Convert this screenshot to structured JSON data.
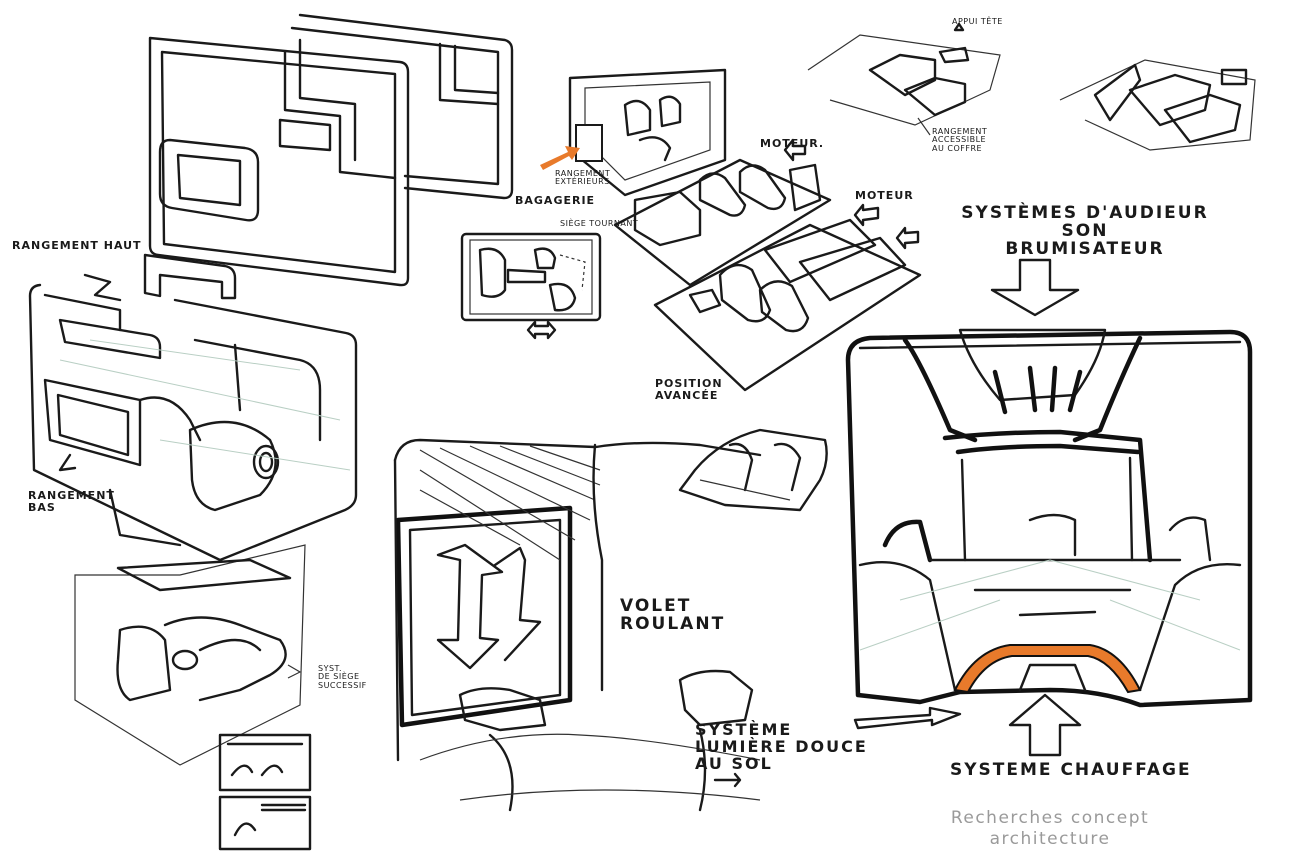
{
  "labels": {
    "rangement_haut": "RANGEMENT HAUT",
    "rangement_bas": "RANGEMENT\nBAS",
    "syst_siege": "SYST.\nDE SIÈGE\nSUCCESSIF",
    "bagagerie": "BAGAGERIE",
    "siege_tournant": "SIÈGE TOURNANT",
    "rangement_ext": "RANGEMENT\nEXTÉRIEURS",
    "moteur_1": "MOTEUR.",
    "moteur_2": "MOTEUR",
    "position_avancee": "POSITION\nAVANCÉE",
    "appui_tete": "APPUI TÊTE",
    "rangement_coffre": "RANGEMENT\nACCESSIBLE\nAU COFFRE",
    "systemes_audio": "SYSTÈMES D'AUDIEUR\nSON\nBRUMISATEUR",
    "volet_roulant": "VOLET\nROULANT",
    "systeme_lumiere": "SYSTÈME\nLUMIÈRE DOUCE\nAU SOL",
    "systeme_chauffage": "SYSTEME CHAUFFAGE"
  },
  "caption": {
    "line1": "Recherches concept",
    "line2": "architecture"
  },
  "colors": {
    "ink": "#1a1a1a",
    "accent_orange": "#e87a2b",
    "caption_gray": "#9a9a9a",
    "guide_green": "#b9cfc4"
  }
}
